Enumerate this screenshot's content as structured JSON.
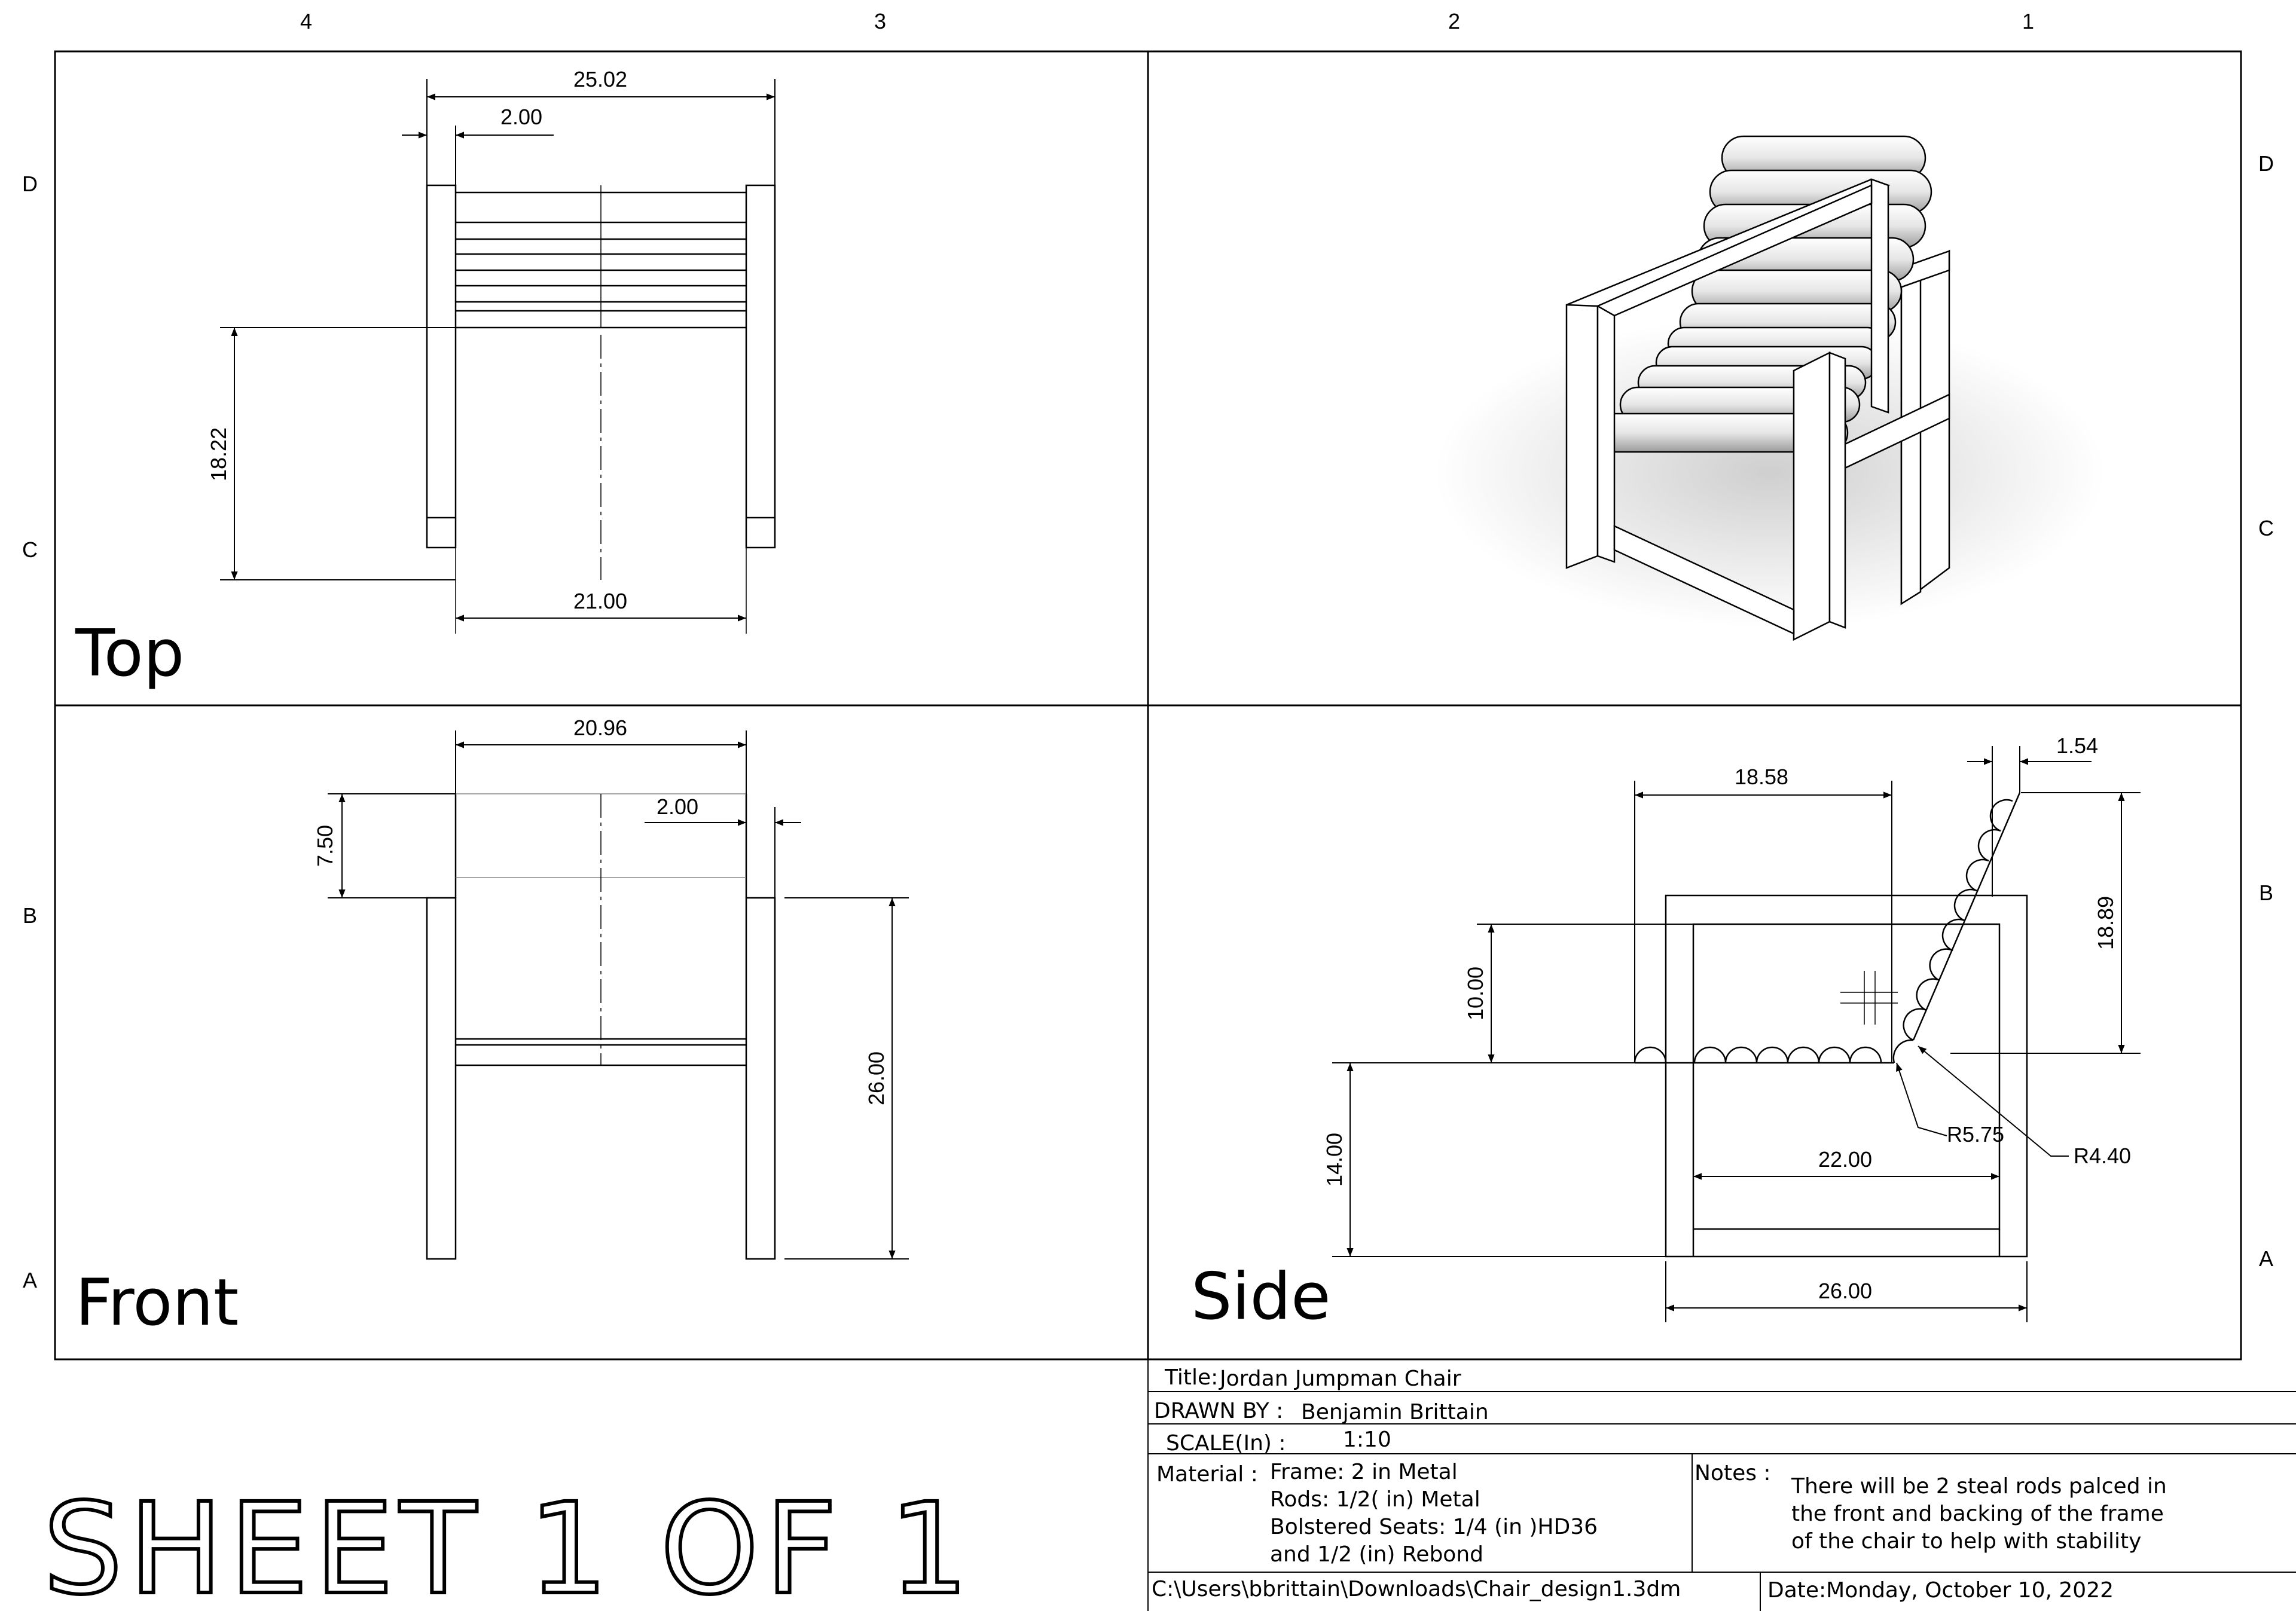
{
  "grid": {
    "columns": [
      "4",
      "3",
      "2",
      "1"
    ],
    "rows": [
      "D",
      "C",
      "B",
      "A"
    ]
  },
  "views": {
    "top": "Top",
    "front": "Front",
    "side": "Side"
  },
  "dimensions": {
    "top": {
      "overall_width": "25.02",
      "frame_width": "2.00",
      "depth": "18.22",
      "inner_width": "21.00"
    },
    "front": {
      "inner_width": "20.96",
      "frame_width": "2.00",
      "back_height": "7.50",
      "overall_height": "26.00"
    },
    "side": {
      "seat_depth": "18.58",
      "rod_offset": "1.54",
      "back_height": "18.89",
      "seat_back": "10.00",
      "seat_height": "14.00",
      "radius_a": "R5.75",
      "radius_b": "R4.40",
      "inner_length": "22.00",
      "overall_length": "26.00"
    }
  },
  "title_block": {
    "title_label": "Title:",
    "title_value": "Jordan  Jumpman Chair",
    "drawn_label": "DRAWN BY :",
    "drawn_value": "Benjamin Brittain",
    "scale_label": "SCALE(In) :",
    "scale_value": "1:10",
    "material_label": "Material :",
    "material_lines": [
      "Frame: 2 in Metal",
      "Rods: 1/2( in) Metal",
      "Bolstered Seats: 1/4 (in )HD36",
      "and  1/2 (in) Rebond"
    ],
    "notes_label": "Notes :",
    "notes_lines": [
      "There will be 2 steal  rods palced in",
      "the  front and backing of the frame",
      "of the chair to help with stability"
    ],
    "file_path": "C:\\Users\\bbrittain\\Downloads\\Chair_design1.3dm",
    "date": "Date:Monday, October 10, 2022"
  },
  "sheet": "SHEET 1 OF 1"
}
